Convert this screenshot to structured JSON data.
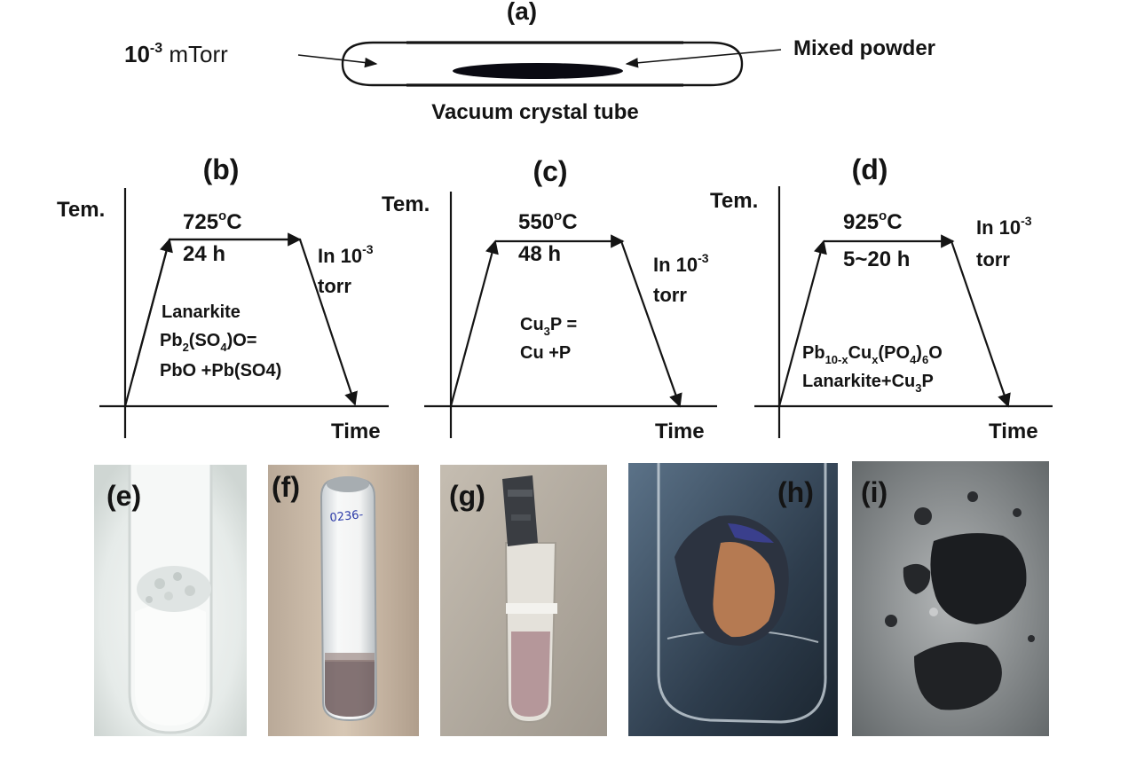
{
  "panel_a": {
    "label": "(a)",
    "pressure_base": "10",
    "pressure_exp": "-3",
    "pressure_unit": " mTorr",
    "powder_label": "Mixed powder",
    "tube_label": "Vacuum crystal tube"
  },
  "panel_b": {
    "label": "(b)",
    "y_axis": "Tem.",
    "x_axis": "Time",
    "temperature": "725",
    "temp_sup": "o",
    "temp_unit": "C",
    "duration": "24 h",
    "atmosphere_pre": "In 10",
    "atmosphere_exp": "-3",
    "atmosphere_post": "torr",
    "reaction": {
      "line1": "Lanarkite",
      "line2_a": "Pb",
      "line2_sub1": "2",
      "line2_b": "(SO",
      "line2_sub2": "4",
      "line2_c": ")O=",
      "line3": "PbO +Pb(SO4)"
    }
  },
  "panel_c": {
    "label": "(c)",
    "y_axis": "Tem.",
    "x_axis": "Time",
    "temperature": "550",
    "temp_sup": "o",
    "temp_unit": "C",
    "duration": "48 h",
    "atmosphere_pre": "In 10",
    "atmosphere_exp": "-3",
    "atmosphere_post": "torr",
    "reaction": {
      "line1_a": "Cu",
      "line1_sub": "3",
      "line1_b": "P =",
      "line2": "Cu +P"
    }
  },
  "panel_d": {
    "label": "(d)",
    "y_axis": "Tem.",
    "x_axis": "Time",
    "temperature": "925",
    "temp_sup": "o",
    "temp_unit": "C",
    "duration": "5~20  h",
    "atmosphere_pre": "In 10",
    "atmosphere_exp": "-3",
    "atmosphere_post": "torr",
    "reaction": {
      "line1_a": "Pb",
      "line1_sub1": "10-x",
      "line1_b": "Cu",
      "line1_sub2": "x",
      "line1_c": "(PO",
      "line1_sub3": "4",
      "line1_d": ")",
      "line1_sub4": "6",
      "line1_e": "O",
      "line2_a": "Lanarkite+Cu",
      "line2_sub": "3",
      "line2_b": "P"
    }
  },
  "photos": {
    "e": "(e)",
    "f": "(f)",
    "g": "(g)",
    "h": "(h)",
    "i": "(i)",
    "f_tube_writing": "0236-"
  }
}
